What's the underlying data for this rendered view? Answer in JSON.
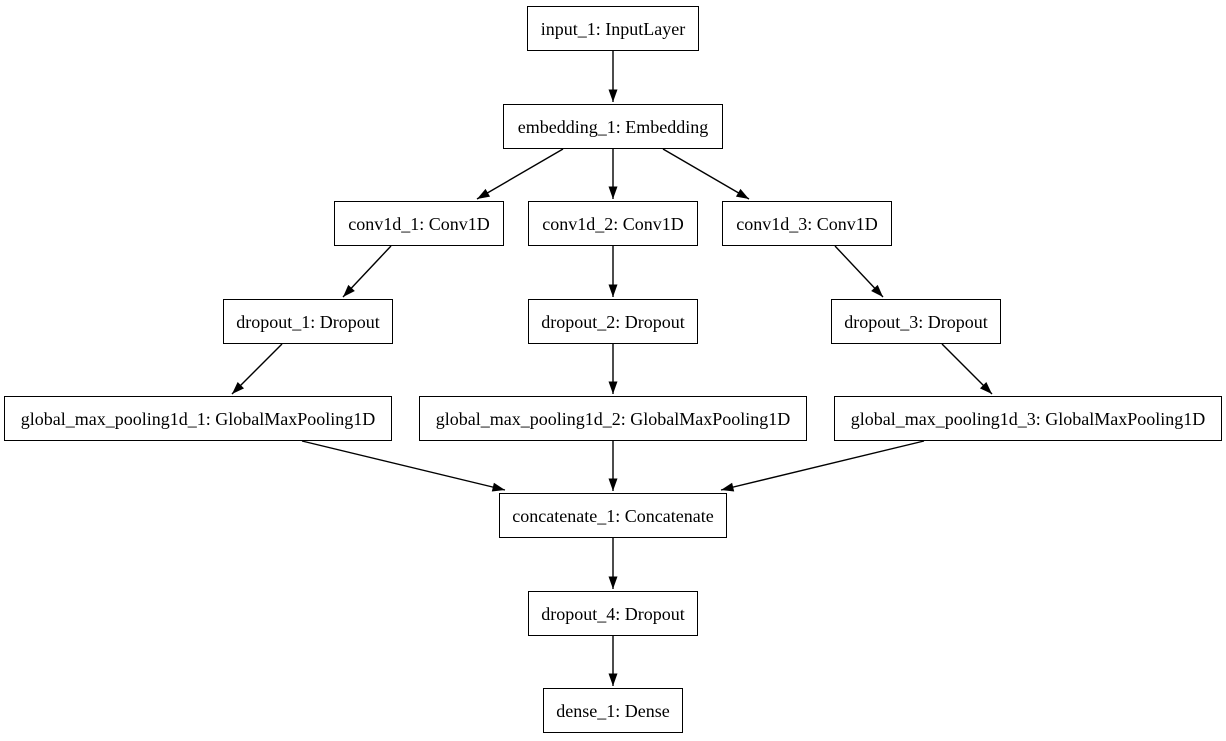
{
  "diagram": {
    "kind": "neural-network-layer-graph",
    "background_color": "#ffffff",
    "node_fill_color": "#ffffff",
    "node_border_color": "#000000",
    "text_color": "#000000",
    "edge_color": "#000000",
    "nodes": [
      {
        "id": "input_1",
        "label": "input_1: InputLayer"
      },
      {
        "id": "embedding_1",
        "label": "embedding_1: Embedding"
      },
      {
        "id": "conv1d_1",
        "label": "conv1d_1: Conv1D"
      },
      {
        "id": "conv1d_2",
        "label": "conv1d_2: Conv1D"
      },
      {
        "id": "conv1d_3",
        "label": "conv1d_3: Conv1D"
      },
      {
        "id": "dropout_1",
        "label": "dropout_1: Dropout"
      },
      {
        "id": "dropout_2",
        "label": "dropout_2: Dropout"
      },
      {
        "id": "dropout_3",
        "label": "dropout_3: Dropout"
      },
      {
        "id": "global_max_pooling1d_1",
        "label": "global_max_pooling1d_1: GlobalMaxPooling1D"
      },
      {
        "id": "global_max_pooling1d_2",
        "label": "global_max_pooling1d_2: GlobalMaxPooling1D"
      },
      {
        "id": "global_max_pooling1d_3",
        "label": "global_max_pooling1d_3: GlobalMaxPooling1D"
      },
      {
        "id": "concatenate_1",
        "label": "concatenate_1: Concatenate"
      },
      {
        "id": "dropout_4",
        "label": "dropout_4: Dropout"
      },
      {
        "id": "dense_1",
        "label": "dense_1: Dense"
      }
    ],
    "edges": [
      {
        "from": "input_1",
        "to": "embedding_1"
      },
      {
        "from": "embedding_1",
        "to": "conv1d_1"
      },
      {
        "from": "embedding_1",
        "to": "conv1d_2"
      },
      {
        "from": "embedding_1",
        "to": "conv1d_3"
      },
      {
        "from": "conv1d_1",
        "to": "dropout_1"
      },
      {
        "from": "conv1d_2",
        "to": "dropout_2"
      },
      {
        "from": "conv1d_3",
        "to": "dropout_3"
      },
      {
        "from": "dropout_1",
        "to": "global_max_pooling1d_1"
      },
      {
        "from": "dropout_2",
        "to": "global_max_pooling1d_2"
      },
      {
        "from": "dropout_3",
        "to": "global_max_pooling1d_3"
      },
      {
        "from": "global_max_pooling1d_1",
        "to": "concatenate_1"
      },
      {
        "from": "global_max_pooling1d_2",
        "to": "concatenate_1"
      },
      {
        "from": "global_max_pooling1d_3",
        "to": "concatenate_1"
      },
      {
        "from": "concatenate_1",
        "to": "dropout_4"
      },
      {
        "from": "dropout_4",
        "to": "dense_1"
      }
    ]
  }
}
